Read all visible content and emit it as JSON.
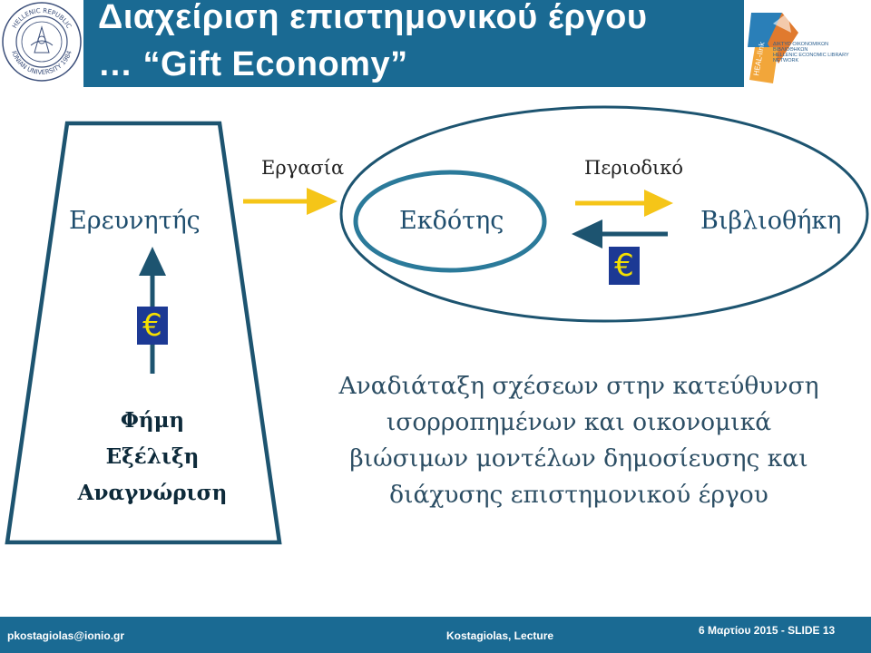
{
  "header": {
    "title_line1": "Διαχείριση επιστημονικού έργου",
    "title_line2": "… “Gift Economy”",
    "left_logo": {
      "icon": "university-seal-icon",
      "text_top": "HELLENIC REPUBLIC",
      "text_bottom": "IONIAN UNIVERSITY 1984"
    },
    "right_logo": {
      "icon": "heal-link-logo-icon",
      "text_gr": "ΔΙΚΤΥΟ ΟΙΚΟΝΟΜΙΚΩΝ ΒΙΒΛΙΟΘΗΚΩΝ",
      "text_en": "HELLENIC ECONOMIC LIBRARY NETWORK",
      "badge": "HEAL-link"
    }
  },
  "diagram": {
    "researcher": "Ερευνητής",
    "publisher": "Εκδότης",
    "library": "Βιβλιοθήκη",
    "work_label": "Εργασία",
    "journal_label": "Περιοδικό",
    "euro_symbol": "€",
    "benefits": [
      "Φήμη",
      "Εξέλιξη",
      "Αναγνώριση"
    ],
    "colors": {
      "outline": "#1d5470",
      "inner_ellipse": "#2b7a9a",
      "yellow_arrow": "#f5c518",
      "blue_arrow": "#1d5470",
      "euro_bg": "#1c3994",
      "euro_fg": "#f5e000"
    }
  },
  "conclusion_lines": [
    "Αναδιάταξη σχέσεων στην κατεύθυνση",
    "ισορροπημένων και οικονομικά",
    "βιώσιμων μοντέλων δημοσίευσης και",
    "διάχυσης επιστημονικού έργου"
  ],
  "footer": {
    "email": "pkostagiolas@ionio.gr",
    "center": "Kostagiolas, Lecture",
    "date_slide": "6 Μαρτίου 2015  - SLIDE 13"
  }
}
